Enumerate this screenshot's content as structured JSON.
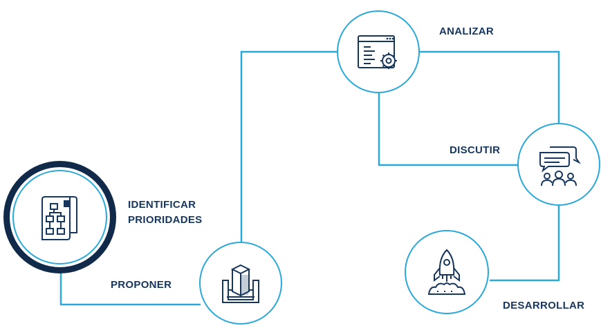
{
  "diagram": {
    "steps": [
      {
        "id": "identificar",
        "line1": "IDENTIFICAR",
        "line2": "PRIORIDADES",
        "icon": "flowchart-document-icon"
      },
      {
        "id": "proponer",
        "label": "PROPONER",
        "icon": "blueprint-building-icon"
      },
      {
        "id": "analizar",
        "label": "ANALIZAR",
        "icon": "browser-gear-icon"
      },
      {
        "id": "discutir",
        "label": "DISCUTIR",
        "icon": "team-chat-icon"
      },
      {
        "id": "desarrollar",
        "label": "DESARROLLAR",
        "icon": "rocket-launch-icon"
      }
    ],
    "colors": {
      "line": "#29a8d9",
      "text": "#17365d",
      "active_ring": "#112a4a",
      "icon": "#17365d"
    }
  }
}
